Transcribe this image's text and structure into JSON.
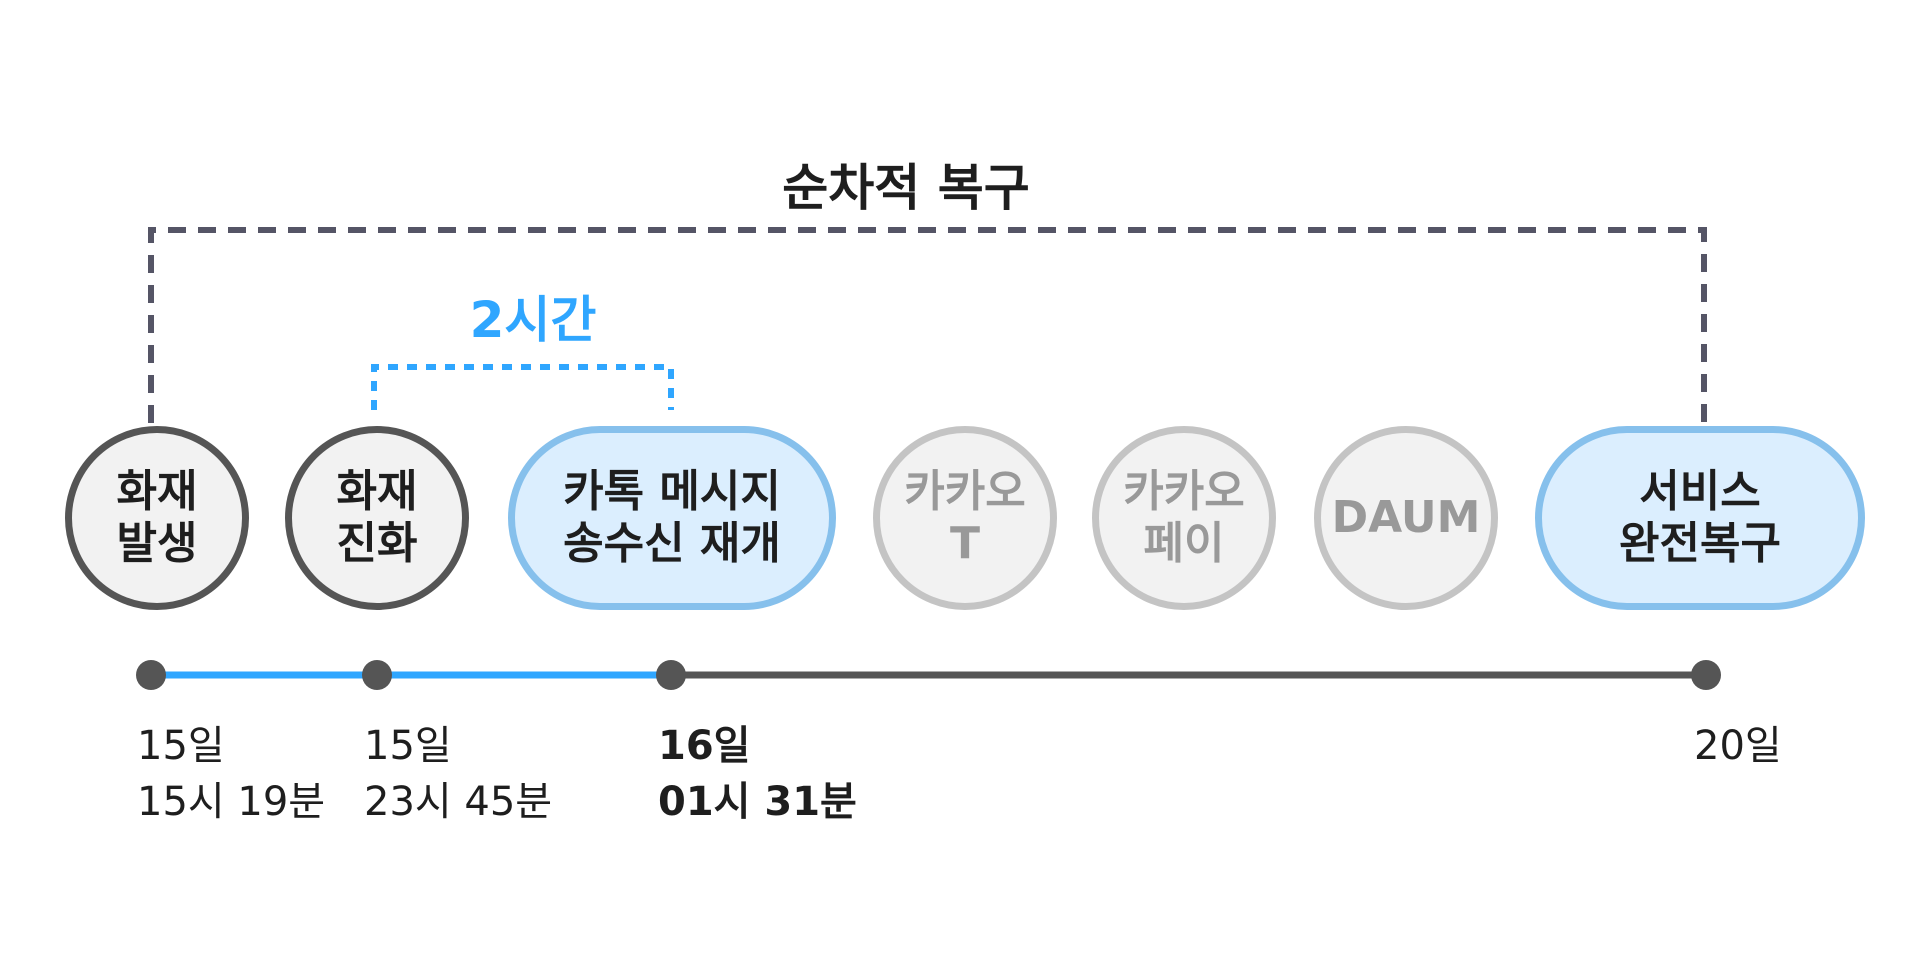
{
  "title": "순차적 복구",
  "duration_label": "2시간",
  "colors": {
    "accent": "#2fa6ff",
    "dark": "#555555",
    "bracket": "#555566",
    "pill_fill": "#dbeefe",
    "pill_border": "#86c0ec",
    "inactive": "#c4c4c4"
  },
  "nodes": [
    {
      "line1": "화재",
      "line2": "발생"
    },
    {
      "line1": "화재",
      "line2": "진화"
    },
    {
      "line1": "카톡 메시지",
      "line2": "송수신 재개"
    },
    {
      "line1": "카카오",
      "line2": "T"
    },
    {
      "line1": "카카오",
      "line2": "페이"
    },
    {
      "line1": "DAUM"
    },
    {
      "line1": "서비스",
      "line2": "완전복구"
    }
  ],
  "timeline": [
    {
      "day": "15일",
      "time": "15시 19분"
    },
    {
      "day": "15일",
      "time": "23시 45분"
    },
    {
      "day": "16일",
      "time": "01시 31분"
    },
    {
      "day": "20일"
    }
  ]
}
